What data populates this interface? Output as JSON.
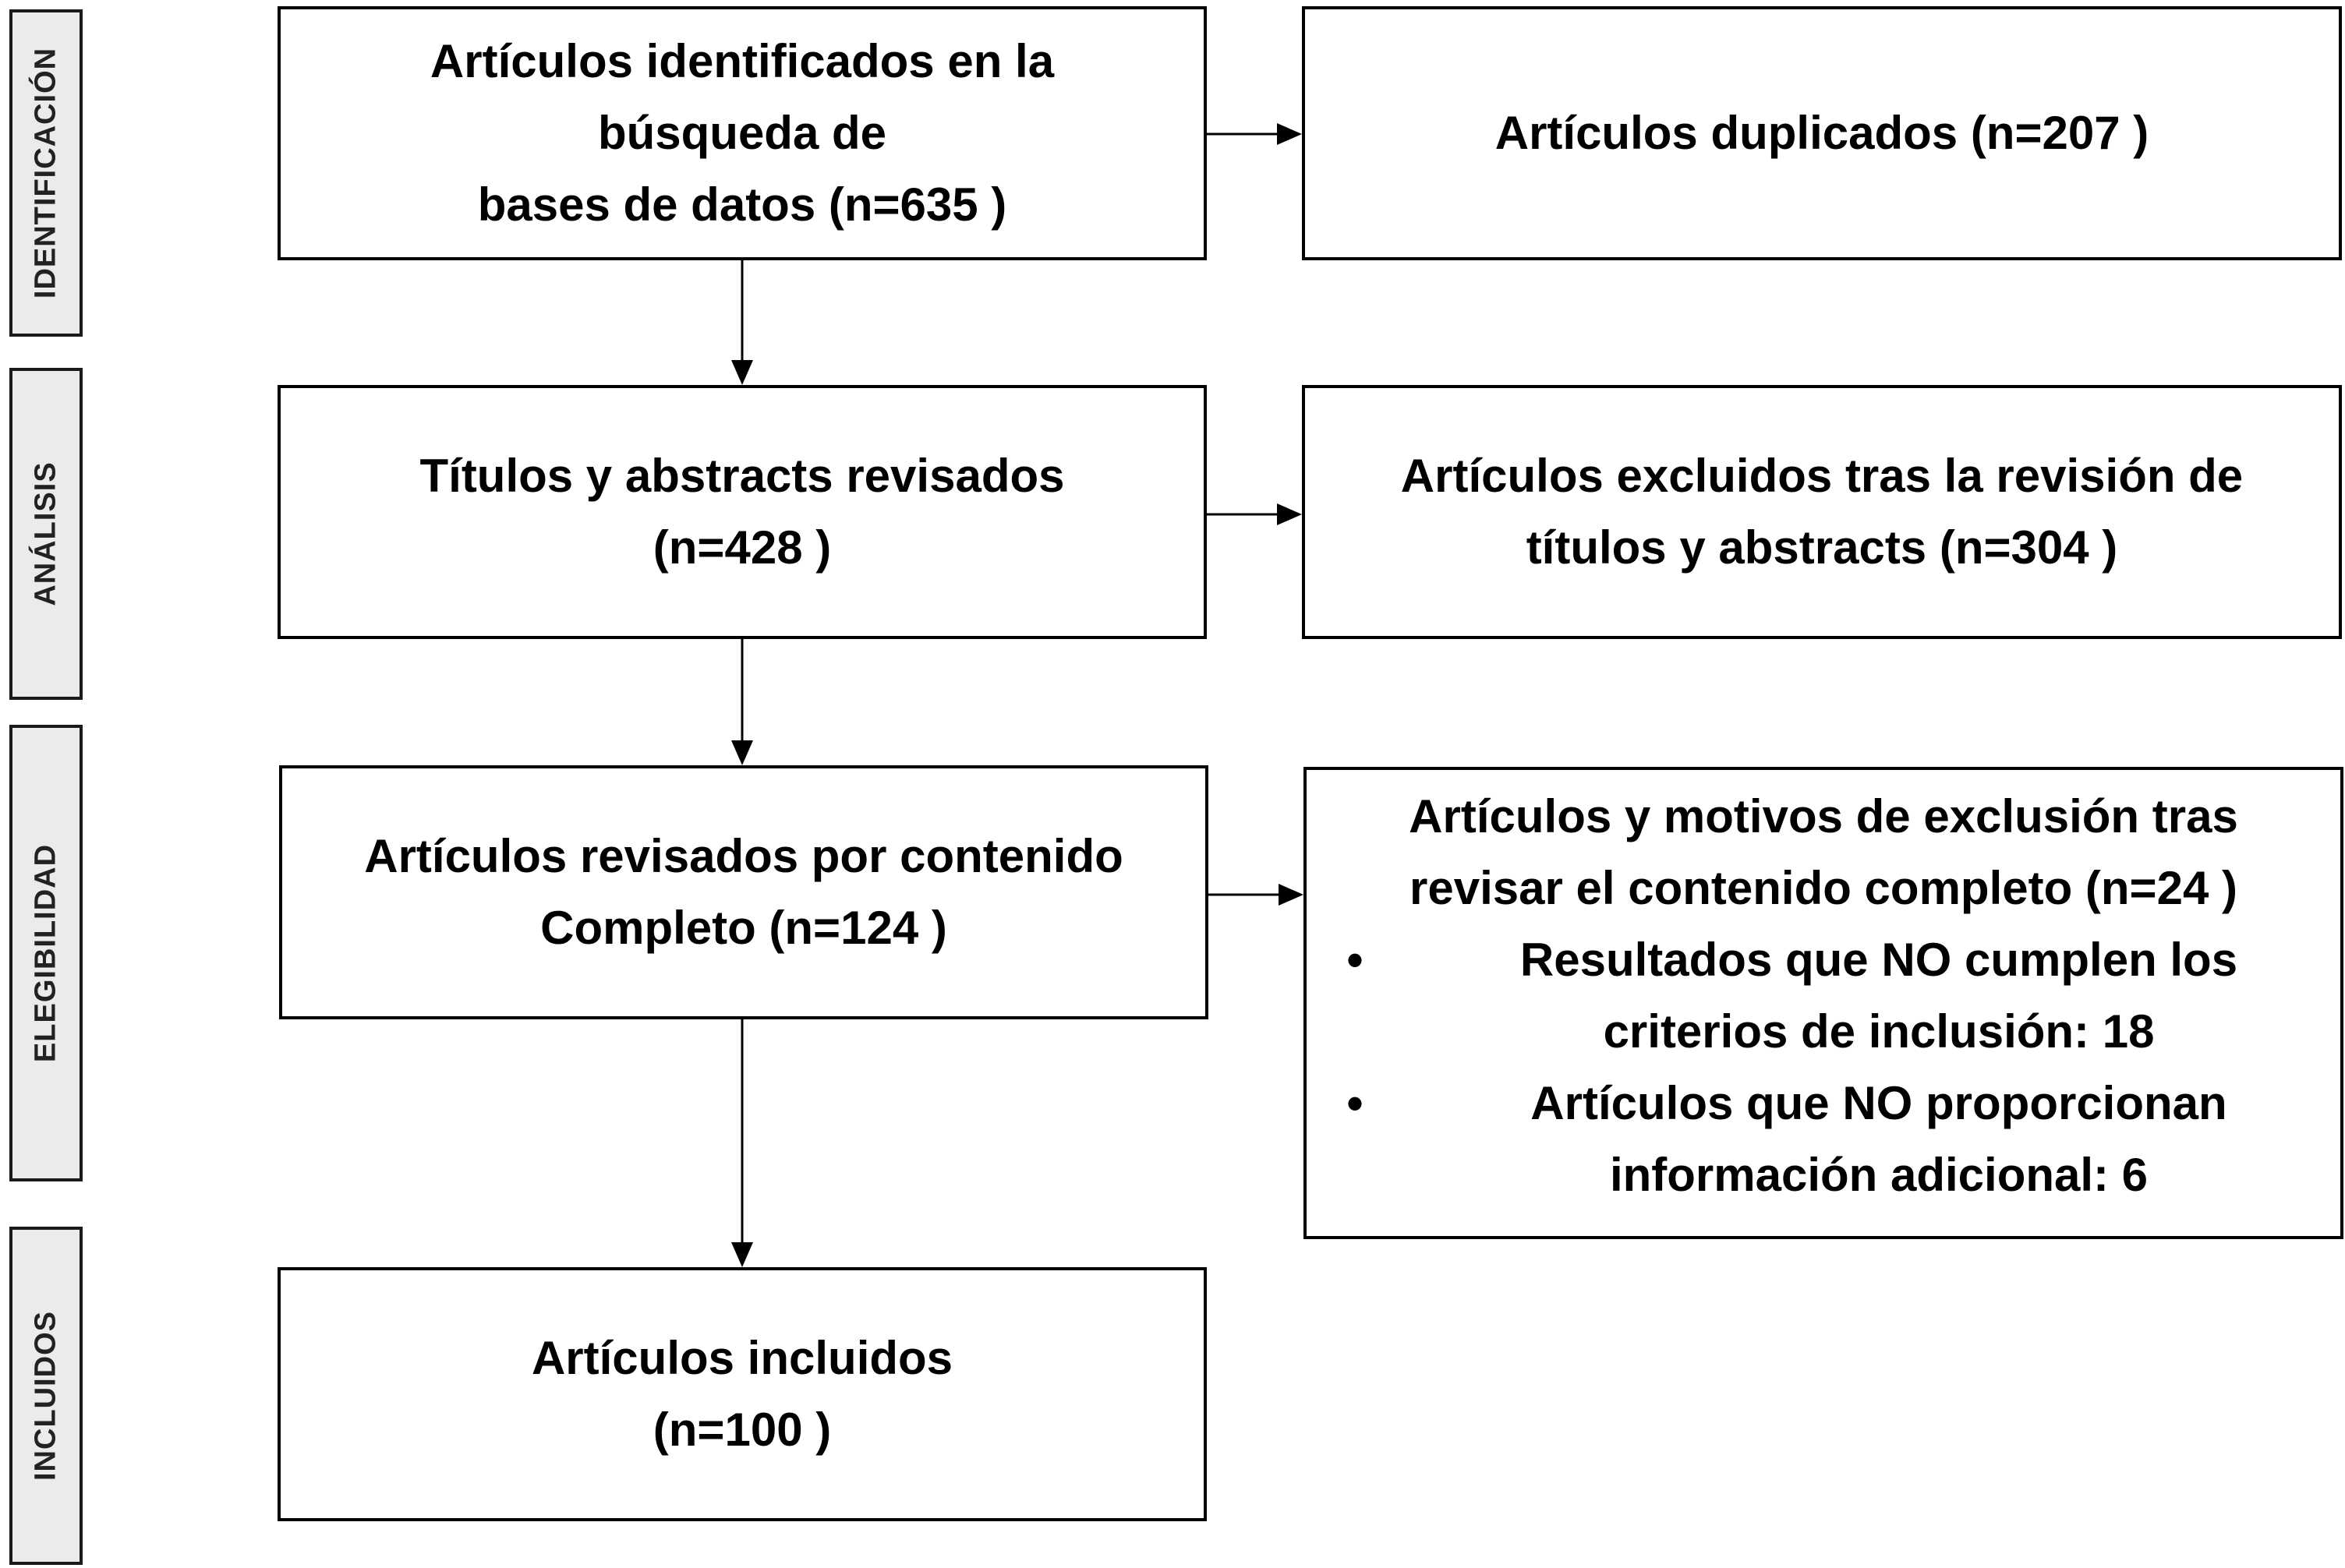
{
  "stages": [
    {
      "id": "identificacion",
      "label": "IDENTIFICACIÓN"
    },
    {
      "id": "analisis",
      "label": "ANÁLISIS"
    },
    {
      "id": "elegibilidad",
      "label": "ELEGIBILIDAD"
    },
    {
      "id": "incluidos",
      "label": "INCLUIDOS"
    }
  ],
  "boxes": {
    "identified": {
      "text": "Artículos identificados en la\nbúsqueda de\nbases de datos (n=635 )"
    },
    "duplicates": {
      "text": "Artículos duplicados (n=207 )"
    },
    "screened": {
      "text": "Títulos y abstracts revisados\n(n=428 )"
    },
    "excluded_screen": {
      "text": "Artículos excluidos tras la revisión de\ntítulos y abstracts (n=304 )"
    },
    "fulltext": {
      "text": "Artículos revisados por contenido\nCompleto (n=124 )"
    },
    "exclusion_reasons": {
      "heading": "Artículos y motivos de exclusión tras\nrevisar el contenido completo (n=24 )",
      "bullets": [
        "Resultados que NO cumplen los\ncriterios de inclusión: 18",
        "Artículos que NO proporcionan\ninformación adicional: 6"
      ]
    },
    "included": {
      "text": "Artículos incluidos\n(n=100 )"
    }
  },
  "bullet_glyph": "•"
}
